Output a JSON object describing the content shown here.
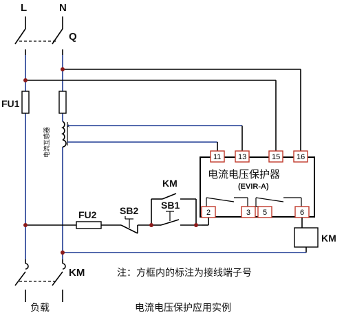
{
  "labels": {
    "L": "L",
    "N": "N",
    "Q": "Q",
    "FU1": "FU1",
    "FU2": "FU2",
    "SB2": "SB2",
    "SB1": "SB1",
    "KM_coil_contact_top": "KM",
    "KM_right": "KM",
    "KM_main": "KM",
    "ct": "电流互感器",
    "ct_star": "*",
    "protector_title": "电流电压保护器",
    "protector_model": "(EVIR-A)",
    "note": "注：方框内的标注为接线端子号",
    "load": "负载",
    "caption": "电流电压保护应用实例"
  },
  "terminals": [
    "11",
    "13",
    "15",
    "16",
    "2",
    "3",
    "5",
    "6"
  ]
}
